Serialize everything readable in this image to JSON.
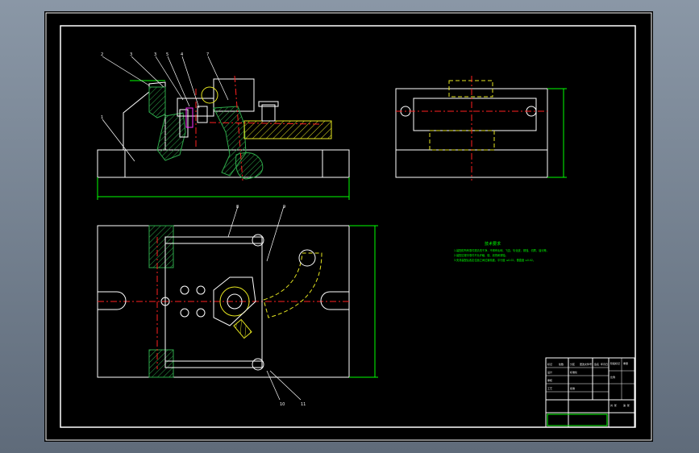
{
  "drawing": {
    "colors": {
      "background": "#000000",
      "border": "#ffffff",
      "outline": "#ffffff",
      "centerline": "#ff2020",
      "hatch": "#2ea84a",
      "hidden_part": "#e6e620",
      "dimension": "#00ff00",
      "notes_text": "#00ff00",
      "magenta": "#ff30ff"
    },
    "balloon_labels": [
      "2",
      "3",
      "3",
      "5",
      "4",
      "7",
      "1",
      "8",
      "9",
      "10",
      "11"
    ],
    "notes": {
      "title": "技术要求",
      "lines": [
        "1.装配前所有零件需清洗干净，不得有毛刺、飞边、氧化皮、锈蚀、切屑、油污等。",
        "2.装配过程中零件不允许磕、碰、划伤和锈蚀。",
        "3.夹具装配后各定位面之间位置精度，平行度 ≤0.02，垂直度 ≤0.02。"
      ]
    },
    "title_block": {
      "cells": [
        "标记",
        "处数",
        "分区",
        "更改文件号",
        "签名",
        "年月日",
        "设计",
        "标准化",
        "审核",
        "工艺",
        "批准",
        "阶段标记",
        "重量",
        "比例",
        "共 张",
        "第 张"
      ]
    }
  }
}
